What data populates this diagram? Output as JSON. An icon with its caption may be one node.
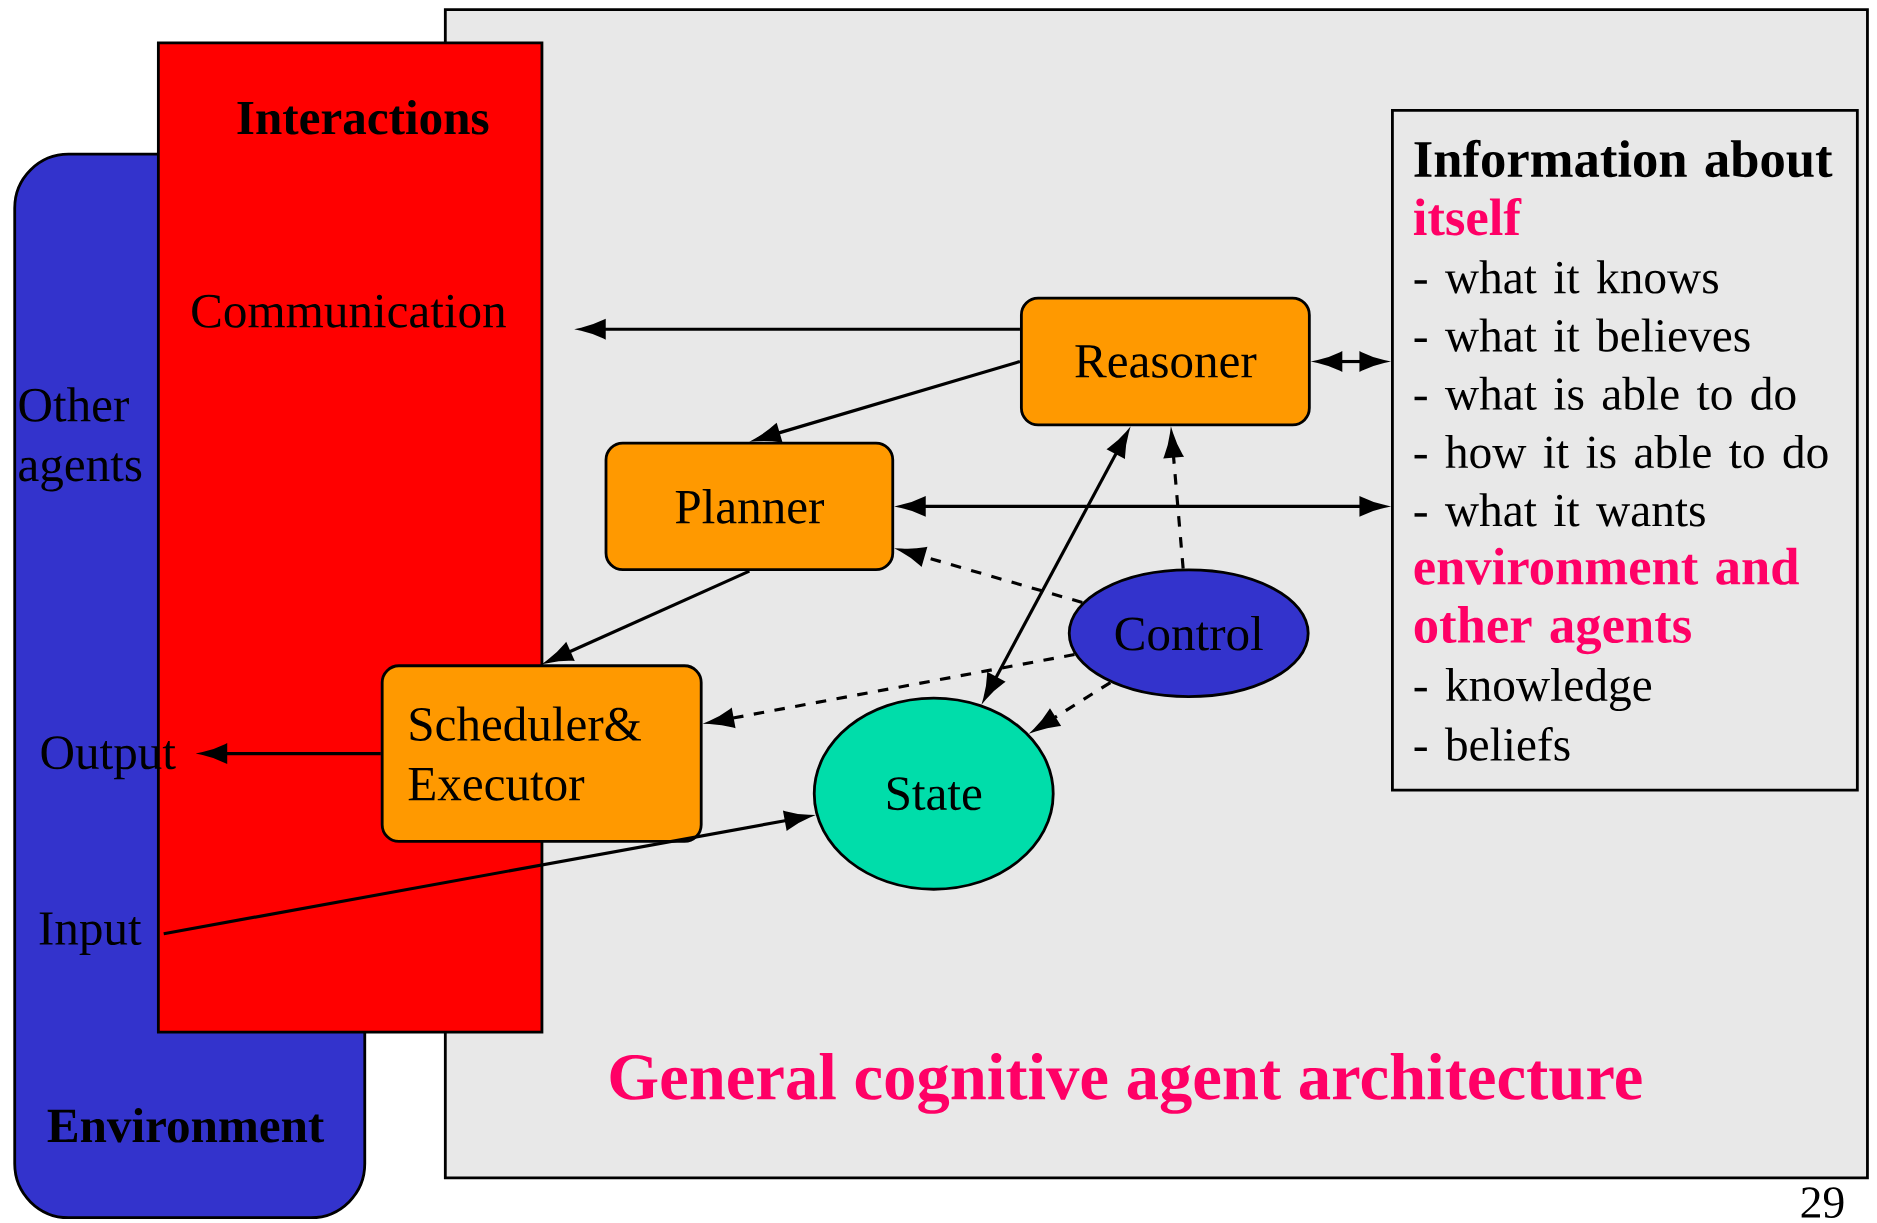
{
  "diagram": {
    "title": "General cognitive agent architecture",
    "nodes": [
      {
        "text": [
          "Other agents",
          "Environment"
        ]
      },
      {
        "text": [
          "Interactions"
        ]
      },
      {
        "text": [
          "Communication"
        ],
        "in": 1
      },
      {
        "text": [
          "Output"
        ],
        "in": 0
      },
      {
        "text": [
          "Input"
        ],
        "in": 0
      },
      {
        "text": [
          "Reasoner"
        ]
      },
      {
        "text": [
          "Planner"
        ]
      },
      {
        "text": [
          "Scheduler& Executor"
        ]
      },
      {
        "text": [
          "Control"
        ]
      },
      {
        "text": [
          "State"
        ]
      },
      {
        "text": [
          "Information about",
          "itself",
          "- what it knows",
          "- what it believes",
          "- what is able to do",
          "- how it is able to do",
          "- what it wants",
          "environment and other agents",
          "- knowledge",
          "- beliefs"
        ]
      }
    ],
    "edges": [
      {
        "from": 5,
        "to": 2,
        "arrow": "to"
      },
      {
        "from": 5,
        "to": 6,
        "arrow": "to"
      },
      {
        "from": 5,
        "to": 10,
        "arrow": "both"
      },
      {
        "from": 6,
        "to": 10,
        "arrow": "both"
      },
      {
        "from": 6,
        "to": 7,
        "arrow": "to"
      },
      {
        "from": 7,
        "to": 3,
        "arrow": "to"
      },
      {
        "from": 4,
        "to": 9,
        "arrow": "to"
      },
      {
        "from": 9,
        "to": 5,
        "arrow": "both"
      },
      {
        "from": 8,
        "to": 5,
        "arrow": "to",
        "style": "dashed"
      },
      {
        "from": 8,
        "to": 6,
        "arrow": "to",
        "style": "dashed"
      },
      {
        "from": 8,
        "to": 7,
        "arrow": "to",
        "style": "dashed"
      },
      {
        "from": 8,
        "to": 9,
        "arrow": "to",
        "style": "dashed"
      }
    ],
    "labels": [
      "29"
    ]
  }
}
